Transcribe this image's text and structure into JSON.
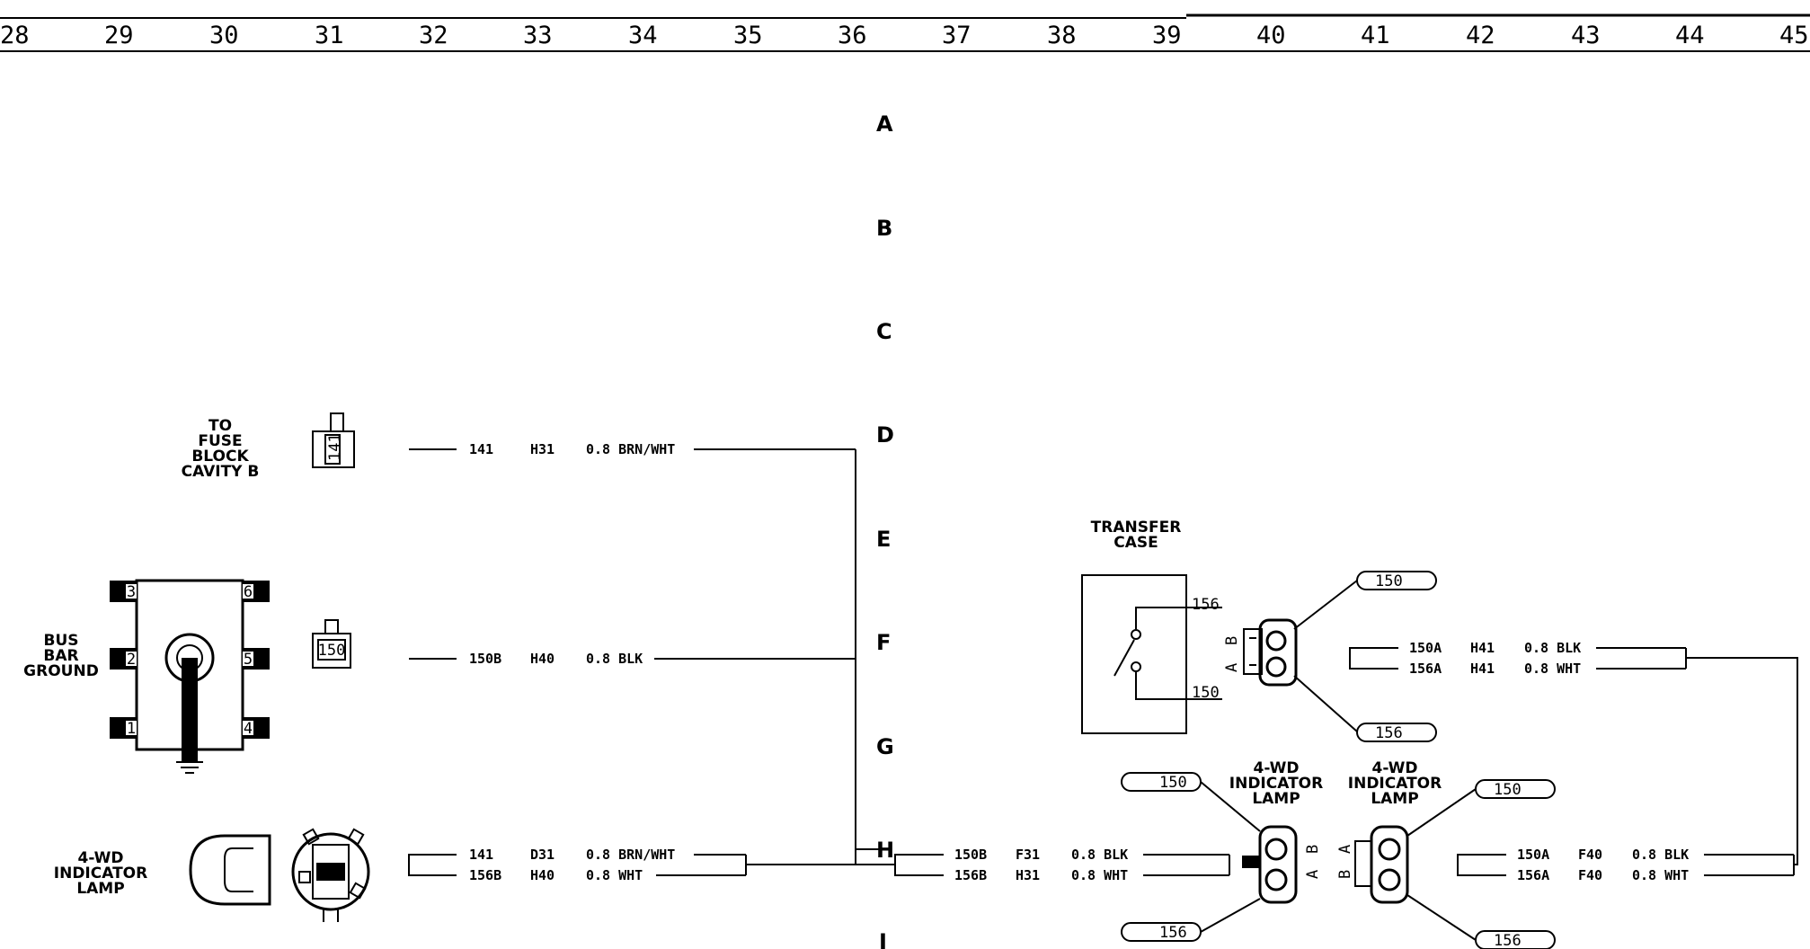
{
  "ruler": [
    "28",
    "29",
    "30",
    "31",
    "32",
    "33",
    "34",
    "35",
    "36",
    "37",
    "38",
    "39",
    "40",
    "41",
    "42",
    "43",
    "44",
    "45"
  ],
  "rows": [
    "A",
    "B",
    "C",
    "D",
    "E",
    "F",
    "G",
    "H",
    "I"
  ],
  "labels": {
    "fuse_to": "TO",
    "fuse_fuse": "FUSE",
    "fuse_block": "BLOCK",
    "fuse_cavity": "CAVITY B",
    "bus_1": "BUS",
    "bus_2": "BAR",
    "bus_3": "GROUND",
    "lamp_left_1": "4-WD",
    "lamp_left_2": "INDICATOR",
    "lamp_left_3": "LAMP",
    "transfer_1": "TRANSFER",
    "transfer_2": "CASE",
    "lamp_mid_1": "4-WD",
    "lamp_mid_2": "INDICATOR",
    "lamp_mid_3": "LAMP",
    "lamp_right_1": "4-WD",
    "lamp_right_2": "INDICATOR",
    "lamp_right_3": "LAMP"
  },
  "connectors": {
    "fuse_pin": "141",
    "bus_pin": "150",
    "bus_pins": [
      "3",
      "2",
      "1",
      "6",
      "5",
      "4"
    ],
    "switch_pin_top": "156",
    "switch_pin_bottom": "150",
    "conn_pins_ab": [
      "A",
      "B"
    ]
  },
  "wires": {
    "w1": [
      "141",
      "H31",
      "0.8 BRN/WHT"
    ],
    "w2": [
      "150B",
      "H40",
      "0.8 BLK"
    ],
    "w3": [
      "141",
      "D31",
      "0.8 BRN/WHT"
    ],
    "w4": [
      "156B",
      "H40",
      "0.8 WHT"
    ],
    "w5": [
      "150B",
      "F31",
      "0.8 BLK"
    ],
    "w6": [
      "156B",
      "H31",
      "0.8 WHT"
    ],
    "w7": [
      "150A",
      "H41",
      "0.8 BLK"
    ],
    "w8": [
      "156A",
      "H41",
      "0.8 WHT"
    ],
    "w9": [
      "150A",
      "F40",
      "0.8 BLK"
    ],
    "w10": [
      "156A",
      "F40",
      "0.8 WHT"
    ]
  },
  "tags": {
    "t_tc_top": "150",
    "t_tc_bottom": "156",
    "t_mid_top": "150",
    "t_mid_bottom": "156",
    "t_right_top": "150",
    "t_right_bottom": "156"
  }
}
